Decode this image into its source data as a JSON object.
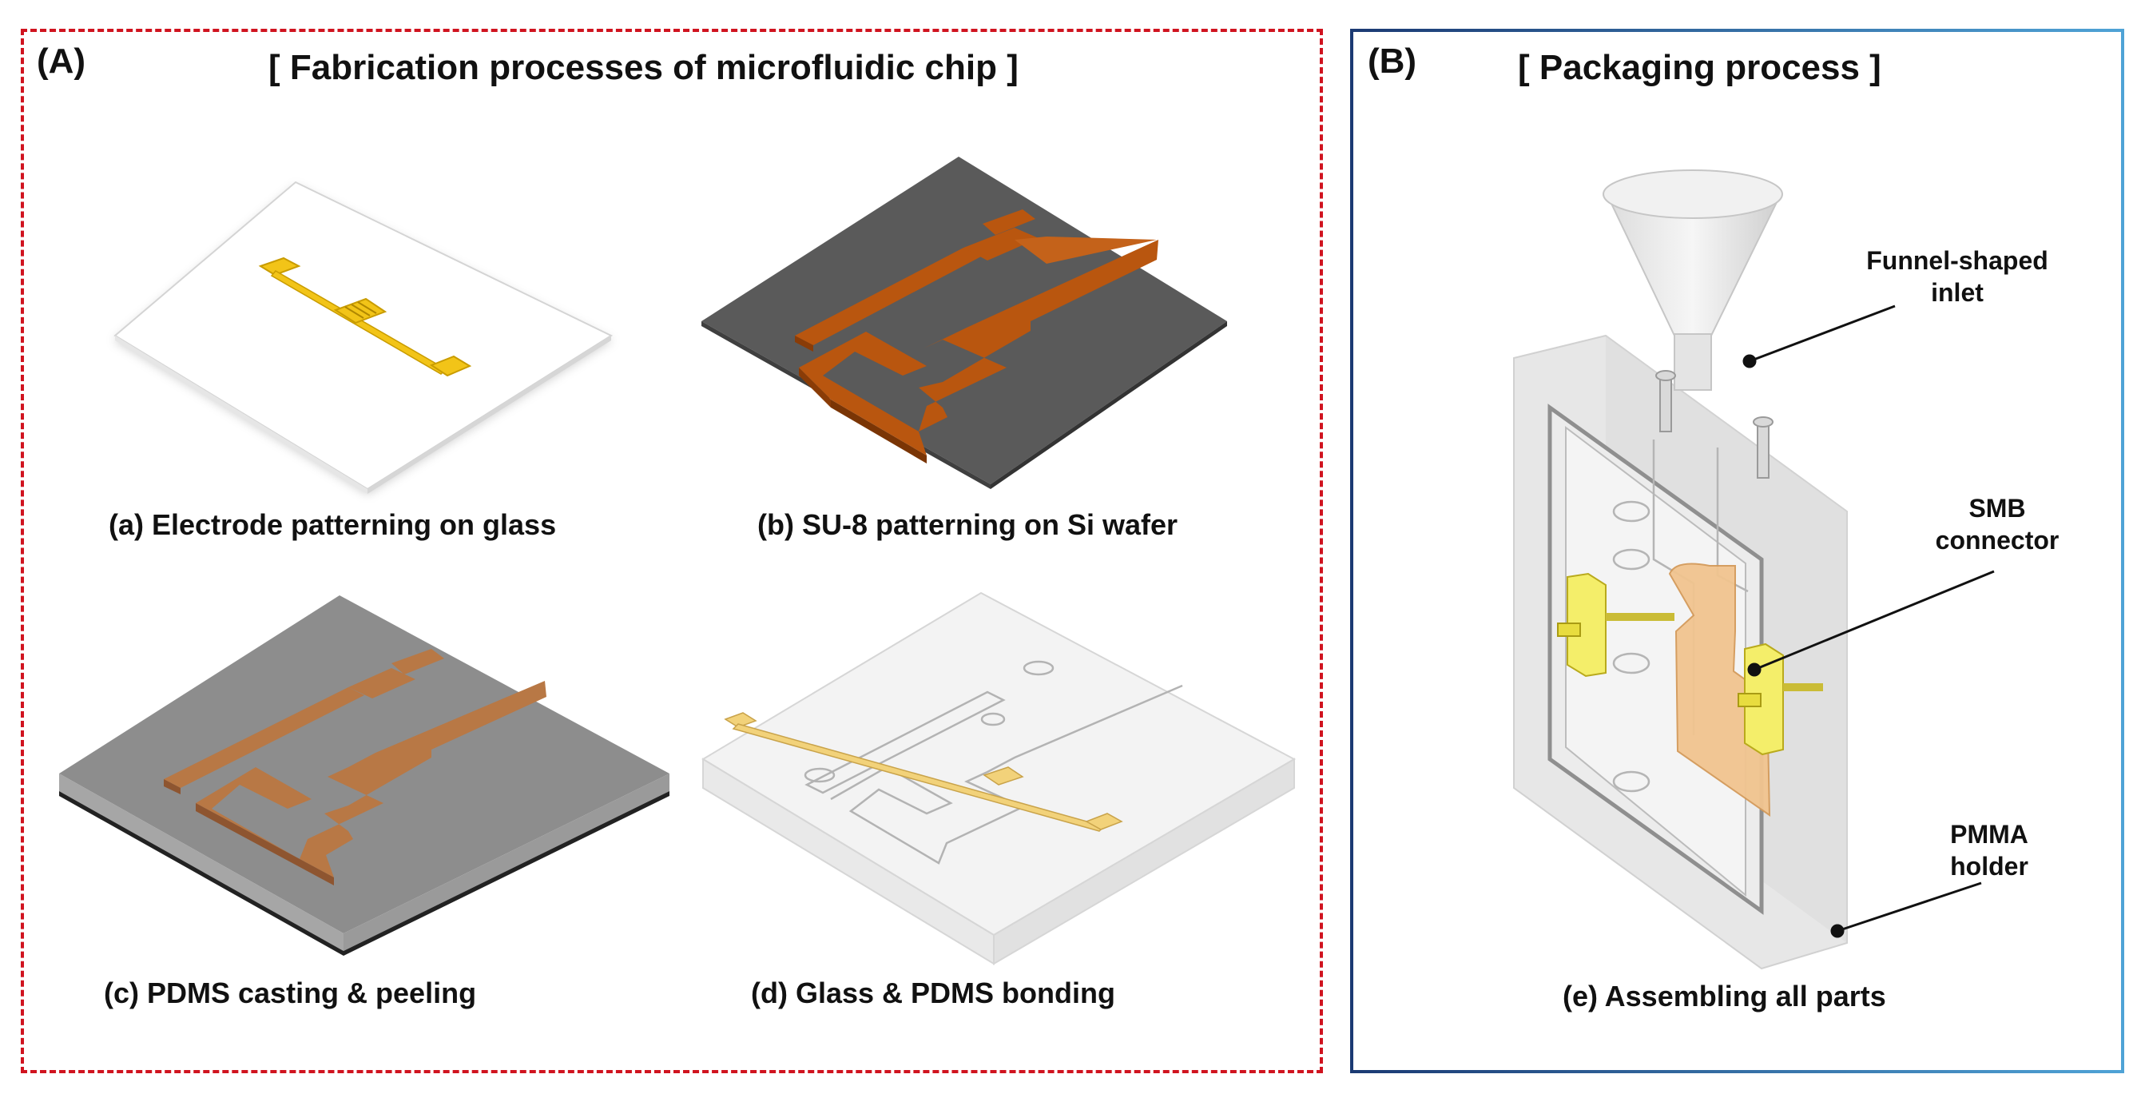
{
  "panel_a": {
    "label": "(A)",
    "title": "[ Fabrication processes of microfluidic chip ]",
    "steps": [
      "(a) Electrode patterning on glass",
      "(b) SU-8 patterning on Si wafer",
      "(c) PDMS casting & peeling",
      "(d) Glass & PDMS bonding"
    ]
  },
  "panel_b": {
    "label": "(B)",
    "title": "[ Packaging process ]",
    "step": "(e) Assembling all parts",
    "callouts": {
      "inlet_line1": "Funnel-shaped",
      "inlet_line2": "inlet",
      "smb_line1": "SMB",
      "smb_line2": "connector",
      "pmma_line1": "PMMA",
      "pmma_line2": "holder"
    }
  },
  "colors": {
    "panel_a_border": "#d0131f",
    "panel_b_border_start": "#1b3a73",
    "panel_b_border_end": "#4fa3d6",
    "electrode_gold": "#f2c418",
    "su8_orange": "#b9560f",
    "pdms_brown": "#b87845",
    "si_wafer": "#5a5a5a"
  }
}
